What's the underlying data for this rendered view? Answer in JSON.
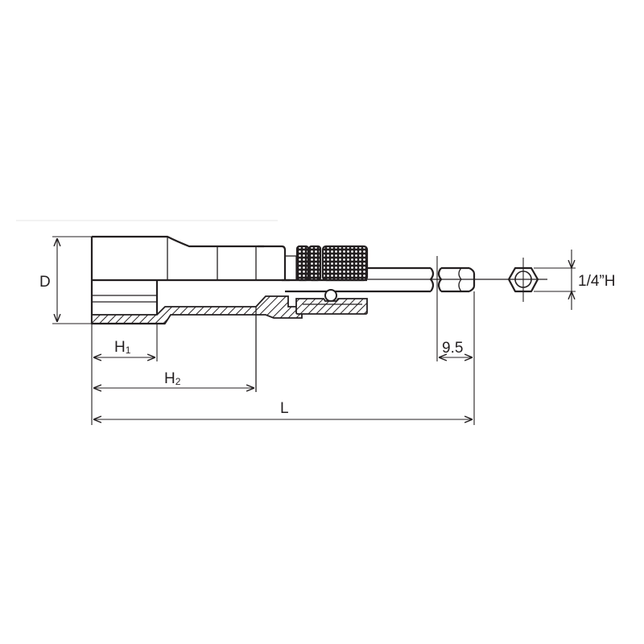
{
  "drawing": {
    "title": "Socket bit dimension drawing",
    "line_color": "#231f20",
    "background": "#ffffff",
    "dimensions": {
      "D": {
        "label": "D"
      },
      "H1": {
        "label": "H",
        "subscript": "1"
      },
      "H2": {
        "label": "H",
        "subscript": "2"
      },
      "L": {
        "label": "L"
      },
      "hex_shank_length": {
        "label": "9.5"
      },
      "hex_size": {
        "label": "1/4”H"
      }
    },
    "views": [
      "side-section-view",
      "end-view-hex"
    ]
  }
}
